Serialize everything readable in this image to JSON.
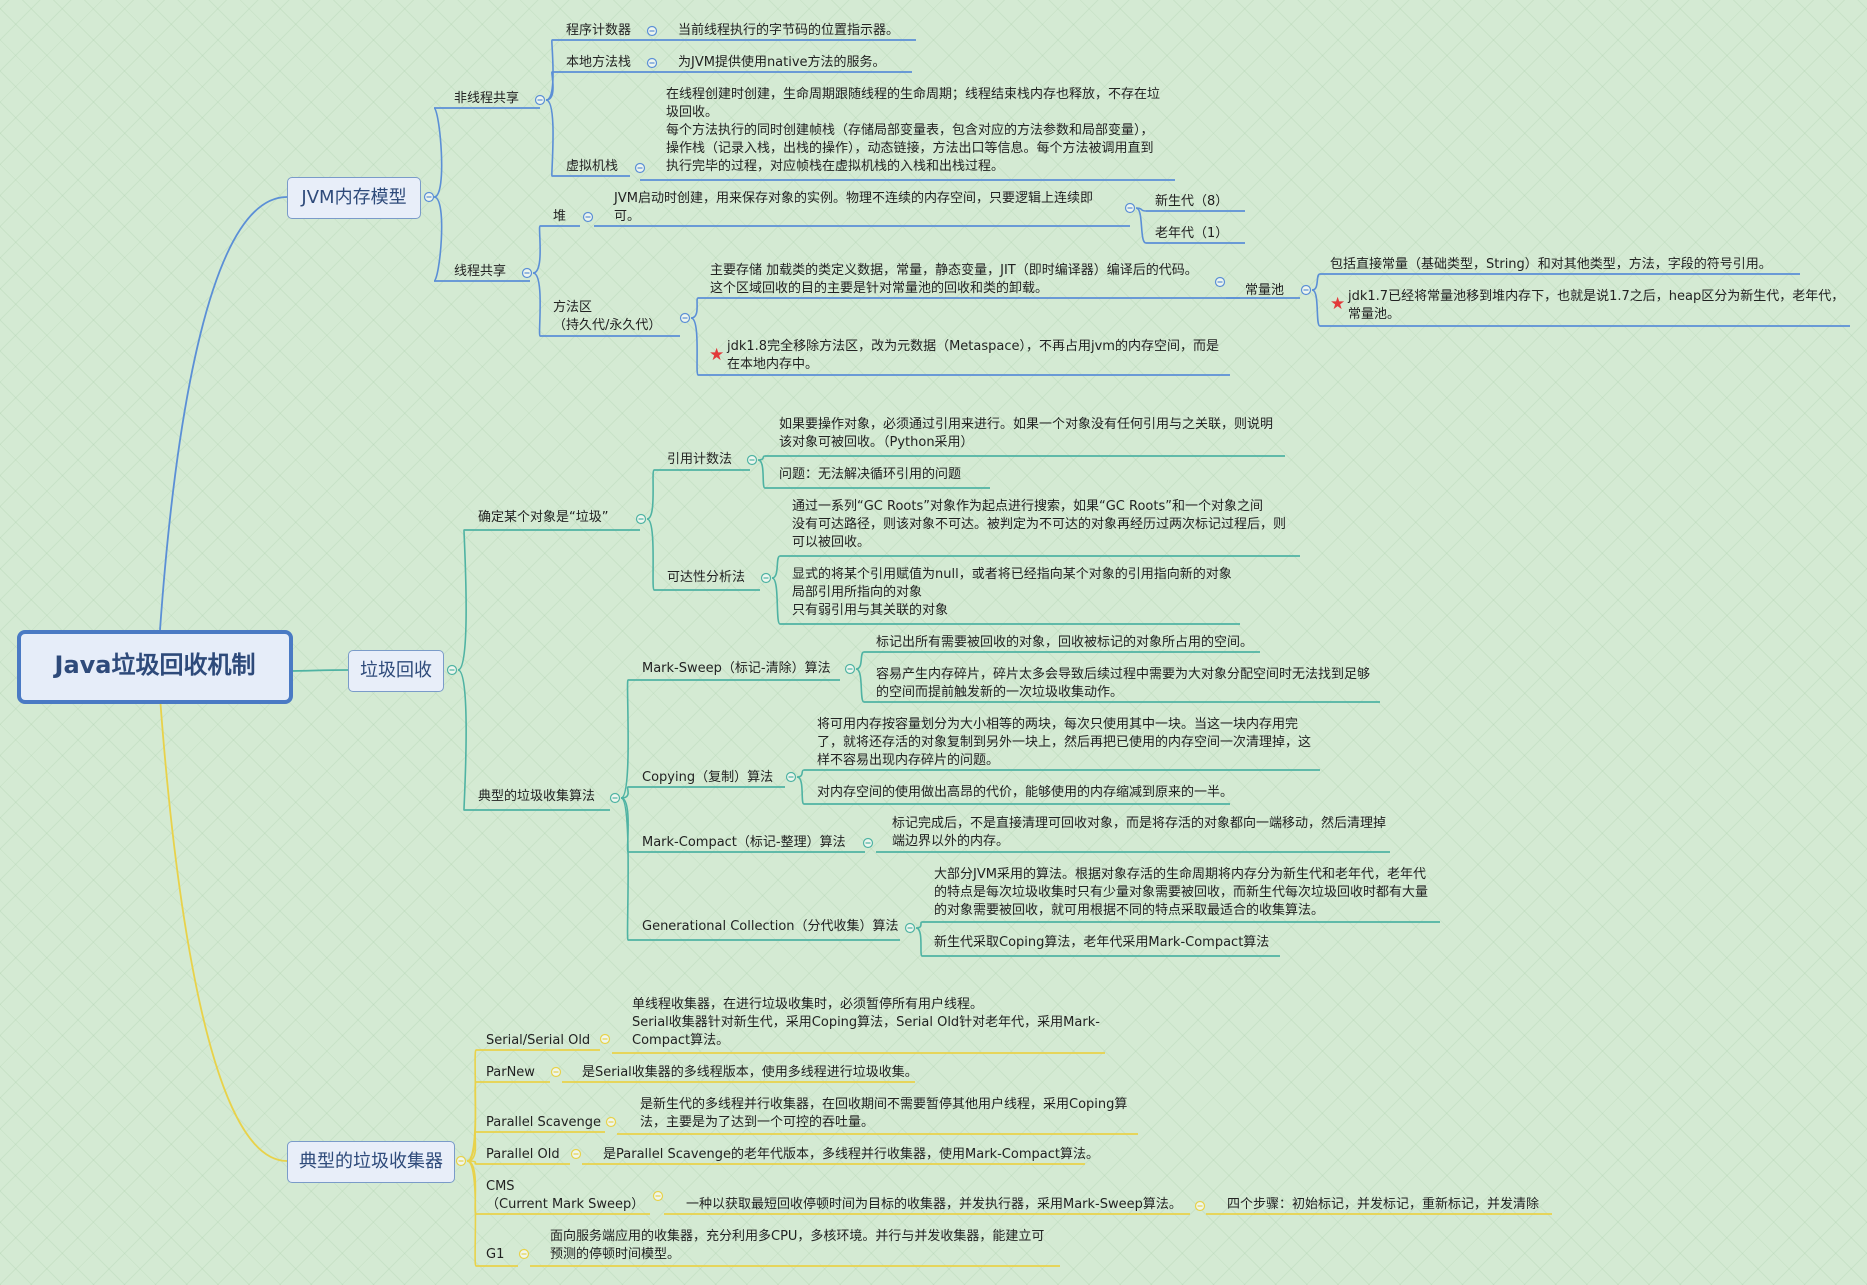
{
  "root": {
    "label": "Java垃圾回收机制"
  },
  "jvm": {
    "label": "JVM内存模型",
    "nonshared": {
      "label": "非线程共享",
      "pc": {
        "label": "程序计数器",
        "desc": "当前线程执行的字节码的位置指示器。"
      },
      "native": {
        "label": "本地方法栈",
        "desc": "为JVM提供使用native方法的服务。"
      },
      "vmstack": {
        "label": "虚拟机栈",
        "desc": "在线程创建时创建，生命周期跟随线程的生命周期；线程结束栈内存也释放，不存在垃\n圾回收。\n每个方法执行的同时创建帧栈（存储局部变量表，包含对应的方法参数和局部变量），\n操作栈（记录入栈，出栈的操作），动态链接，方法出口等信息。每个方法被调用直到\n执行完毕的过程，对应帧栈在虚拟机栈的入栈和出栈过程。"
      }
    },
    "shared": {
      "label": "线程共享",
      "heap": {
        "label": "堆",
        "desc": "JVM启动时创建，用来保存对象的实例。物理不连续的内存空间，只要逻辑上连续即\n可。",
        "young": "新生代（8）",
        "old": "老年代（1）"
      },
      "method": {
        "label": "方法区\n（持久代/永久代）",
        "desc": "主要存储 加载类的类定义数据，常量，静态变量，JIT（即时编译器）编译后的代码。\n这个区域回收的目的主要是针对常量池的回收和类的卸载。",
        "pool": {
          "label": "常量池",
          "d1": "包括直接常量（基础类型，String）和对其他类型，方法，字段的符号引用。",
          "d2": "jdk1.7已经将常量池移到堆内存下，也就是说1.7之后，heap区分为新生代，老年代，\n常量池。"
        },
        "meta": "jdk1.8完全移除方法区，改为元数据（Metaspace），不再占用jvm的内存空间，而是\n在本地内存中。"
      }
    }
  },
  "gc": {
    "label": "垃圾回收",
    "judge": {
      "label": "确定某个对象是“垃圾”",
      "refcount": {
        "label": "引用计数法",
        "d1": "如果要操作对象，必须通过引用来进行。如果一个对象没有任何引用与之关联，则说明\n该对象可被回收。（Python采用）",
        "d2": "问题：无法解决循环引用的问题"
      },
      "reach": {
        "label": "可达性分析法",
        "d1": "通过一系列“GC Roots”对象作为起点进行搜索，如果“GC Roots”和一个对象之间\n没有可达路径，则该对象不可达。被判定为不可达的对象再经历过两次标记过程后，则\n可以被回收。",
        "d2": "显式的将某个引用赋值为null，或者将已经指向某个对象的引用指向新的对象\n局部引用所指向的对象\n只有弱引用与其关联的对象"
      }
    },
    "algo": {
      "label": "典型的垃圾收集算法",
      "ms": {
        "label": "Mark-Sweep（标记-清除）算法",
        "d1": "标记出所有需要被回收的对象，回收被标记的对象所占用的空间。",
        "d2": "容易产生内存碎片，碎片太多会导致后续过程中需要为大对象分配空间时无法找到足够\n的空间而提前触发新的一次垃圾收集动作。"
      },
      "copy": {
        "label": "Copying（复制）算法",
        "d1": "将可用内存按容量划分为大小相等的两块，每次只使用其中一块。当这一块内存用完\n了，就将还存活的对象复制到另外一块上，然后再把已使用的内存空间一次清理掉，这\n样不容易出现内存碎片的问题。",
        "d2": "对内存空间的使用做出高昂的代价，能够使用的内存缩减到原来的一半。"
      },
      "mc": {
        "label": "Mark-Compact（标记-整理）算法",
        "d1": "标记完成后，不是直接清理可回收对象，而是将存活的对象都向一端移动，然后清理掉\n端边界以外的内存。"
      },
      "gen": {
        "label": "Generational Collection（分代收集）算法",
        "d1": "大部分JVM采用的算法。根据对象存活的生命周期将内存分为新生代和老年代，老年代\n的特点是每次垃圾收集时只有少量对象需要被回收，而新生代每次垃圾回收时都有大量\n的对象需要被回收，就可用根据不同的特点采取最适合的收集算法。",
        "d2": "新生代采取Coping算法，老年代采用Mark-Compact算法"
      }
    }
  },
  "collectors": {
    "label": "典型的垃圾收集器",
    "serial": {
      "label": "Serial/Serial Old",
      "desc": "单线程收集器，在进行垃圾收集时，必须暂停所有用户线程。\nSerial收集器针对新生代，采用Coping算法，Serial Old针对老年代，采用Mark-\nCompact算法。"
    },
    "parnew": {
      "label": "ParNew",
      "desc": "是Serial收集器的多线程版本，使用多线程进行垃圾收集。"
    },
    "ps": {
      "label": "Parallel Scavenge",
      "desc": "是新生代的多线程并行收集器，在回收期间不需要暂停其他用户线程，采用Coping算\n法，主要是为了达到一个可控的吞吐量。"
    },
    "po": {
      "label": "Parallel Old",
      "desc": "是Parallel Scavenge的老年代版本，多线程并行收集器，使用Mark-Compact算法。"
    },
    "cms": {
      "label": "CMS\n（Current Mark Sweep）",
      "desc": "一种以获取最短回收停顿时间为目标的收集器，并发执行器，采用Mark-Sweep算法。",
      "steps": "四个步骤：初始标记，并发标记，重新标记，并发清除"
    },
    "g1": {
      "label": "G1",
      "desc": "面向服务端应用的收集器，充分利用多CPU，多核环境。并行与并发收集器，能建立可\n预测的停顿时间模型。"
    }
  }
}
